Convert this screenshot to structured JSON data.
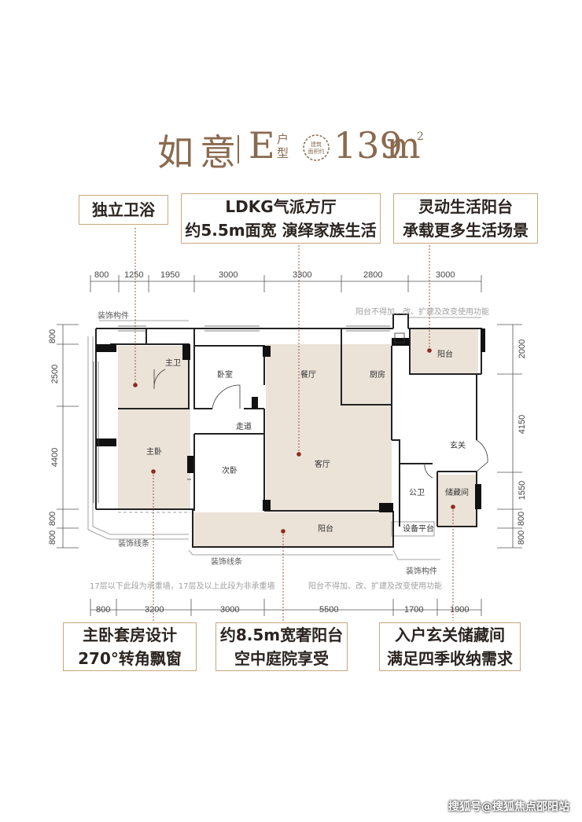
{
  "title": {
    "name": "如意",
    "type_letter": "E",
    "type_suffix": "户型",
    "area_label": "建筑面积约",
    "area_value": "139",
    "area_unit": "m",
    "area_sup": "2"
  },
  "features_top": [
    {
      "lines": [
        "独立卫浴"
      ]
    },
    {
      "lines": [
        "LDKG气派方厅",
        "约5.5m面宽 演绎家族生活"
      ]
    },
    {
      "lines": [
        "灵动生活阳台",
        "承载更多生活场景"
      ]
    }
  ],
  "features_bottom": [
    {
      "lines": [
        "主卧套房设计",
        "270°转角飘窗"
      ]
    },
    {
      "lines": [
        "约8.5m宽奢阳台",
        "空中庭院享受"
      ]
    },
    {
      "lines": [
        "入户玄关储藏间",
        "满足四季收纳需求"
      ]
    }
  ],
  "dims": {
    "top": [
      "800",
      "1250",
      "1950",
      "3000",
      "3300",
      "2800",
      "3000"
    ],
    "bottom": [
      "800",
      "3200",
      "3000",
      "5500",
      "1700",
      "1900"
    ],
    "left": [
      "800",
      "2500",
      "4400",
      "800",
      "800"
    ],
    "right": [
      "2000",
      "4150",
      "1550",
      "800",
      "800"
    ]
  },
  "rooms": {
    "master_bath": "主卫",
    "bedroom": "卧室",
    "corridor": "走道",
    "master_bedroom": "主卧",
    "second_bedroom": "次卧",
    "dining": "餐厅",
    "kitchen": "厨房",
    "living": "客厅",
    "balcony_main": "阳台",
    "balcony_side": "阳台",
    "entrance": "玄关",
    "guest_bath": "公卫",
    "storage": "储藏间",
    "equipment": "设备平台"
  },
  "labels": {
    "decor_top_left": "装饰构件",
    "decor_bottom_right": "装饰构件",
    "decor_line_left": "装饰线条",
    "decor_line_bottom": "装饰线条",
    "note_top": "阳台不得加、改、扩建及改变使用功能",
    "note_bottom_left": "17层以下此段为承重墙，17层及以上此段为非承重墙",
    "note_bottom_right": "阳台不得加、改、扩建及改变使用功能"
  },
  "watermark": "搜狐号@搜狐焦点邵阳站",
  "colors": {
    "accent": "#c9a77e",
    "title": "#8a6a4f",
    "room_fill": "#ebe3d8",
    "marker": "#8b2b1f"
  }
}
